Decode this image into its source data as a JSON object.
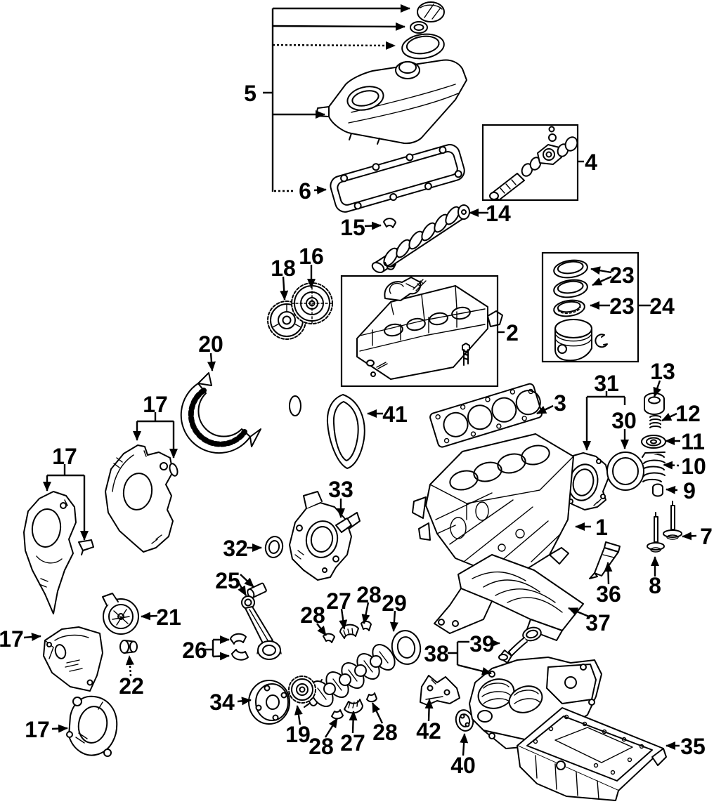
{
  "diagram": {
    "kind": "exploded-parts-line-diagram",
    "background": "#ffffff",
    "line_color": "#000000",
    "callouts": {
      "c01": "5",
      "c02": "6",
      "c03": "4",
      "c04": "14",
      "c05": "15",
      "c06": "18",
      "c07": "16",
      "c08": "2",
      "c09": "23",
      "c10": "23",
      "c11": "24",
      "c12": "13",
      "c13": "12",
      "c14": "11",
      "c15": "10",
      "c16": "9",
      "c17": "31",
      "c18": "30",
      "c19": "3",
      "c20": "1",
      "c21": "7",
      "c22": "8",
      "c23": "36",
      "c24": "37",
      "c25": "20",
      "c26": "41",
      "c27": "17",
      "c28": "17",
      "c29": "17",
      "c30": "17",
      "c31": "33",
      "c32": "32",
      "c33": "21",
      "c34": "22",
      "c35": "25",
      "c36": "26",
      "c37": "28",
      "c38": "27",
      "c39": "28",
      "c40": "29",
      "c41": "34",
      "c42": "19",
      "c43": "28",
      "c44": "27",
      "c45": "28",
      "c46": "42",
      "c47": "40",
      "c48": "38",
      "c49": "39",
      "c50": "35"
    }
  }
}
